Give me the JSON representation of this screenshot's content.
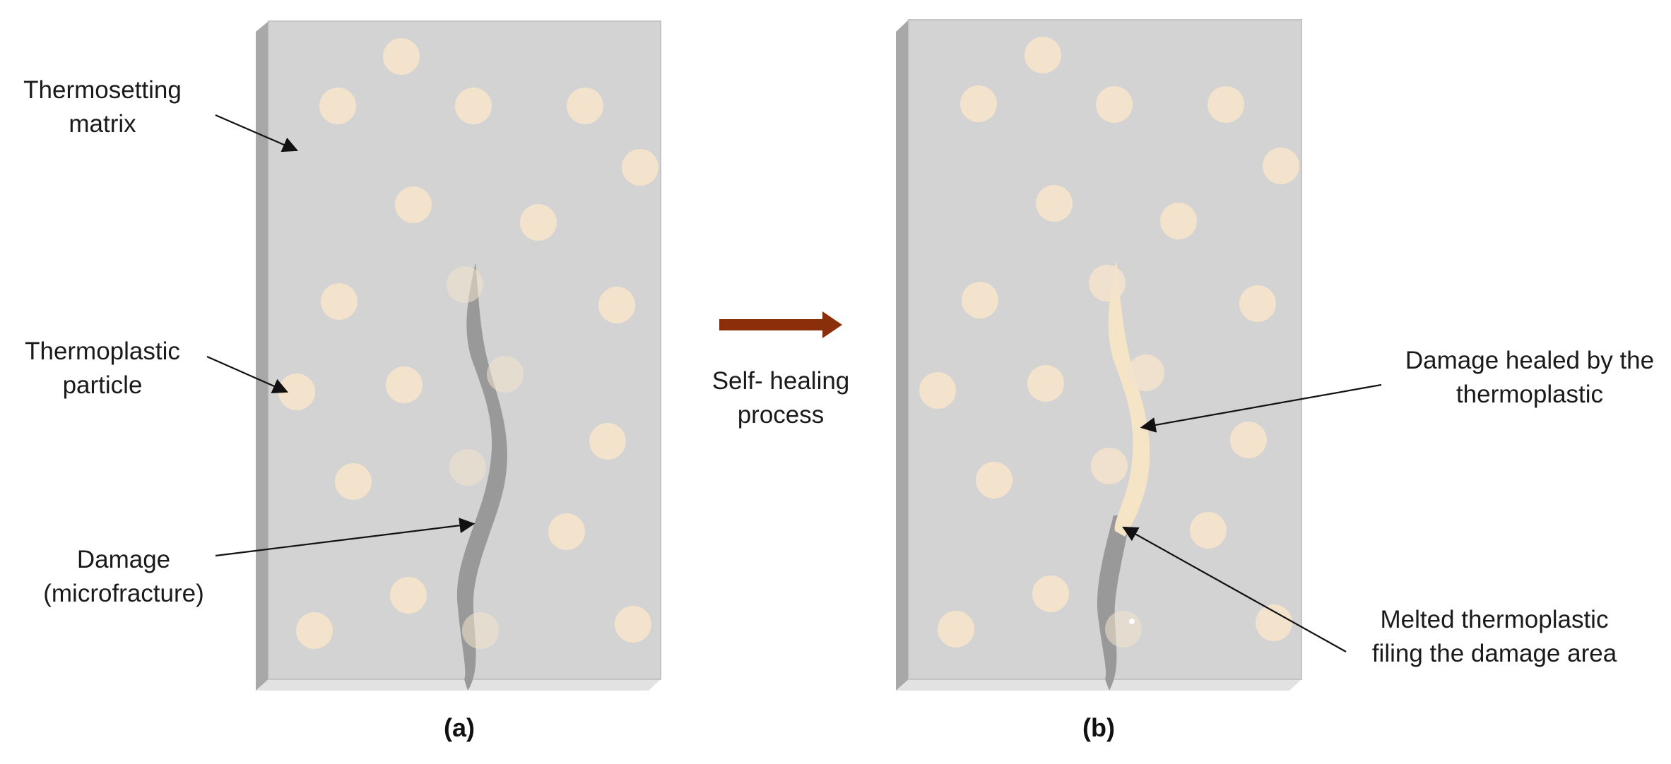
{
  "labels": {
    "thermosetting_matrix": [
      "Thermosetting",
      "matrix"
    ],
    "thermoplastic_particle": [
      "Thermoplastic",
      "particle"
    ],
    "damage": [
      "Damage",
      "(microfracture)"
    ],
    "process": [
      "Self- healing",
      "process"
    ],
    "healed": [
      "Damage healed by the",
      "thermoplastic"
    ],
    "melted": [
      "Melted thermoplastic",
      "filing the damage area"
    ]
  },
  "captions": {
    "a": "(a)",
    "b": "(b)"
  },
  "colors": {
    "matrix": "#d3d3d3",
    "matrix_edge": "#a8a8a8",
    "matrix_bottom": "#e2e2e2",
    "particle": "#f3e3cc",
    "crack": "#999999",
    "healed": "#f6e4c6",
    "process_arrow": "#8b2e0a",
    "pointer": "#111111"
  }
}
